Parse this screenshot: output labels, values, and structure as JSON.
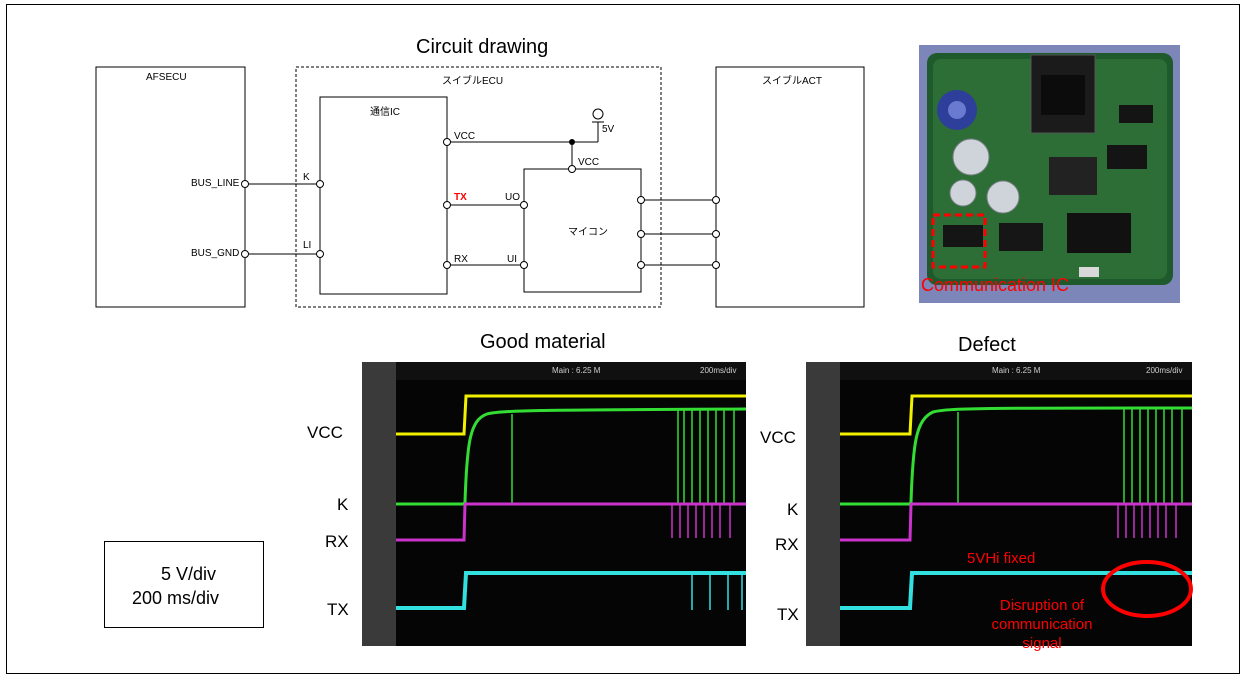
{
  "titles": {
    "circuit": "Circuit drawing",
    "good": "Good material",
    "defect": "Defect"
  },
  "circuit": {
    "box_afsecu": "AFSECU",
    "box_swivel_ecu": "スイブルECU",
    "box_swivel_act": "スイブルACT",
    "comm_ic": "通信IC",
    "mcu": "マイコン",
    "pins": {
      "bus_line": "BUS_LINE",
      "bus_gnd": "BUS_GND",
      "k": "K",
      "li": "LI",
      "vcc_ic": "VCC",
      "tx": "TX",
      "rx": "RX",
      "uo": "UO",
      "ui": "UI",
      "vcc_mcu": "VCC",
      "supply": "5V"
    }
  },
  "photo": {
    "callout_label": "Communication IC",
    "callout_color": "#ff0000"
  },
  "signals": {
    "vcc": "VCC",
    "k": "K",
    "rx": "RX",
    "tx": "TX"
  },
  "scale": {
    "volt": "5 V/div",
    "time": "200 ms/div"
  },
  "scope": {
    "header_center": "Main : 6.25 M",
    "header_right": "200ms/div"
  },
  "defect_notes": {
    "fixed": "5VHi  fixed",
    "disruption_line1": "Disruption of",
    "disruption_line2": "communication",
    "disruption_line3": "signal",
    "color": "#ff0000"
  },
  "colors": {
    "vcc_trace": "#f0f000",
    "k_trace": "#33dd33",
    "rx_trace": "#cc33cc",
    "tx_trace": "#33e0e0"
  }
}
